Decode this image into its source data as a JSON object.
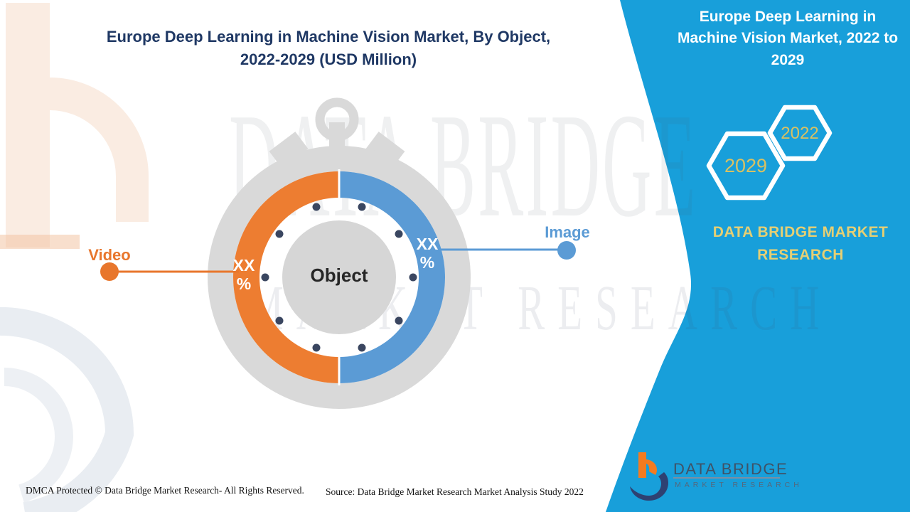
{
  "page": {
    "title": "Europe Deep Learning in Machine Vision Market, By Object, 2022-2029 (USD Million)"
  },
  "side_panel": {
    "title": "Europe Deep Learning in Machine Vision Market, 2022 to 2029",
    "year_badges": [
      "2029",
      "2022"
    ],
    "brand_text": "DATA BRIDGE MARKET RESEARCH",
    "background_color": "#189FDA",
    "badge_text_color": "#D8C162"
  },
  "chart_data": {
    "type": "pie",
    "title": "Europe Deep Learning in Machine Vision Market, By Object, 2022-2029 (USD Million)",
    "center_label": "Object",
    "categories": [
      "Video",
      "Image"
    ],
    "values": [
      "XX %",
      "XX %"
    ],
    "visual_split_percent": [
      50,
      50
    ],
    "colors": [
      "#ED7D31",
      "#5B9BD5"
    ],
    "legend_position": "callouts-left-right"
  },
  "donut": {
    "center_label": "Object",
    "segments": [
      {
        "label": "Video",
        "value": "XX",
        "unit": "%",
        "color": "#ED7D31"
      },
      {
        "label": "Image",
        "value": "XX",
        "unit": "%",
        "color": "#5B9BD5"
      }
    ]
  },
  "watermark": {
    "row1": "DATA BRIDGE",
    "row2": "MARKET RESEARCH"
  },
  "footer": {
    "dmca": "DMCA Protected © Data Bridge Market Research- All Rights Reserved.",
    "source": "Source: Data Bridge Market Research Market Analysis Study 2022",
    "logo_title": "DATA BRIDGE",
    "logo_subtitle": "MARKET RESEARCH"
  }
}
